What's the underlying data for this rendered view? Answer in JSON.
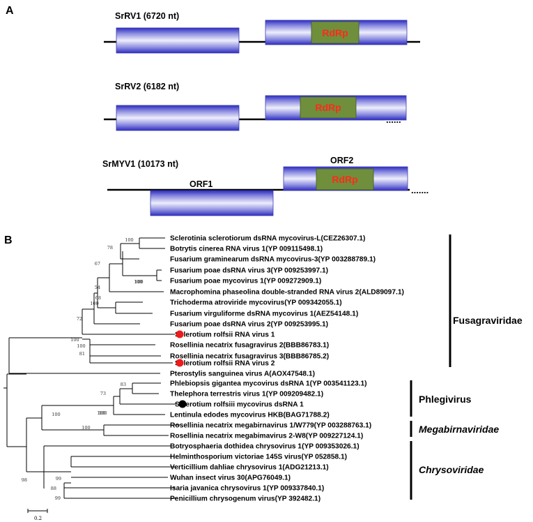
{
  "panel_a": {
    "label": "A",
    "genomes": [
      {
        "name": "SrRV1 (6720 nt)",
        "orf1_label": "",
        "orf2_label": "",
        "domain_label": "RdRp",
        "trailing": ""
      },
      {
        "name": "SrRV2 (6182 nt)",
        "orf1_label": "",
        "orf2_label": "",
        "domain_label": "RdRp",
        "trailing": "......"
      },
      {
        "name": "SrMYV1 (10173 nt)",
        "orf1_label": "ORF1",
        "orf2_label": "ORF2",
        "domain_label": "RdRp",
        "trailing": "......."
      }
    ]
  },
  "panel_b": {
    "label": "B",
    "leaves": [
      "Sclerotinia sclerotiorum dsRNA mycovirus-L(CEZ26307.1)",
      "Botrytis cinerea RNA virus 1(YP 009115498.1)",
      "Fusarium graminearum dsRNA mycovirus-3(YP 003288789.1)",
      "Fusarium poae dsRNA virus 3(YP 009253997.1)",
      "Fusarium poae mycovirus 1(YP 009272909.1)",
      "Macrophomina phaseolina double-stranded RNA virus 2(ALD89097.1)",
      "Trichoderma atroviride mycovirus(YP 009342055.1)",
      "Fusarium virguliforme dsRNA mycovirus 1(AEZ54148.1)",
      "Fusarium poae dsRNA virus 2(YP 009253995.1)",
      "Sclerotium rolfsii RNA virus 1",
      "Rosellinia necatrix fusagravirus 2(BBB86783.1)",
      "Rosellinia necatrix fusagravirus 3(BBB86785.2)",
      "Sclerotium rolfsii RNA virus 2",
      "Pterostylis sanguinea virus A(AOX47548.1)",
      "Phlebiopsis gigantea mycovirus dsRNA 1(YP 003541123.1)",
      "Thelephora terrestris virus 1(YP 009209482.1)",
      "Sclerotium rolfsiii mycovirus dsRNA 1",
      "Lentinula edodes mycovirus HKB(BAG71788.2)",
      "Rosellinia necatrix megabirnavirus 1/W779(YP 003288763.1)",
      "Rosellinia necatrix megabimavirus 2-W8(YP 009227124.1)",
      "Botryosphaeria dothidea chrysovirus 1(YP 009353026.1)",
      "Helminthosporium victoriae 145S virus(YP 052858.1)",
      "Verticillium dahliae chrysovirus 1(ADG21213.1)",
      "Wuhan insect virus 30(APG76049.1)",
      "Isaria javanica chrysovirus 1(YP 009337840.1)",
      "Penicillium chrysogenum virus(YP 392482.1)"
    ],
    "marked_leaves": [
      {
        "leaf": 9,
        "color": "#ee1c1c"
      },
      {
        "leaf": 12,
        "color": "#ee1c1c"
      },
      {
        "leaf": 16,
        "color": "#000000"
      }
    ],
    "bootstrap": [
      "100",
      "78",
      "100",
      "67",
      "100",
      "54",
      "100",
      "72",
      "68",
      "100",
      "100",
      "81",
      "83",
      "73",
      "100",
      "100",
      "100",
      "100",
      "98",
      "99",
      "88",
      "99"
    ],
    "families": [
      {
        "name": "Fusagraviridae",
        "italic": false
      },
      {
        "name": "Phlegivirus",
        "italic": false
      },
      {
        "name": "Megabirnaviridae",
        "italic": true
      },
      {
        "name": "Chrysoviridae",
        "italic": true
      }
    ],
    "scale_label": "0.2"
  },
  "colors": {
    "rdrp_text": "#ff2a1a",
    "rdrp_box": "#6f8f3c",
    "orf_bar": "#3c3ccf",
    "marker_red": "#ee1c1c"
  }
}
